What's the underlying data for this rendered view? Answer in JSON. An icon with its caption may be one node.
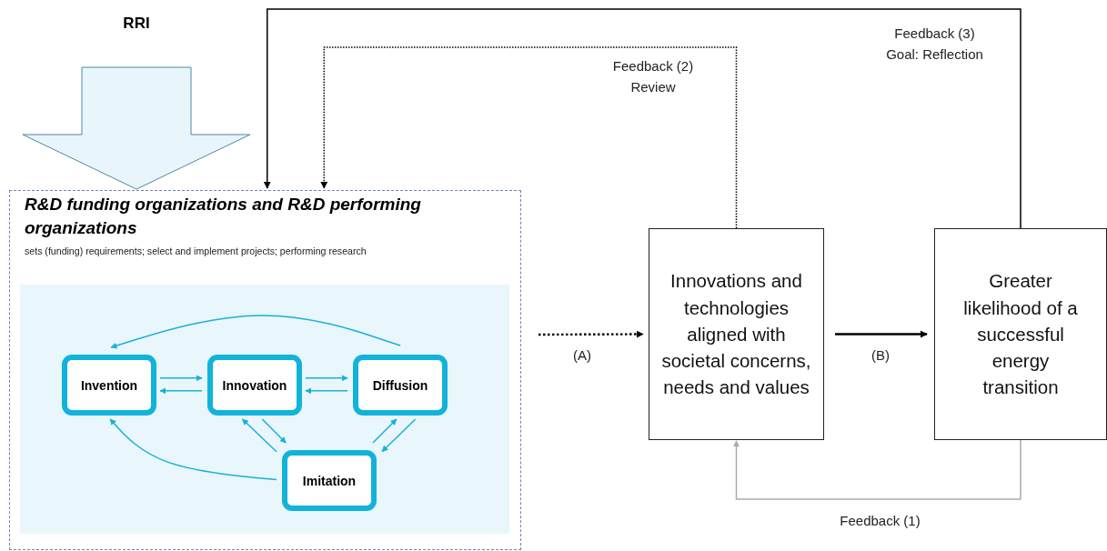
{
  "diagram": {
    "nodes": [
      {
        "text": [
          "RRI"
        ]
      },
      {
        "text": [
          "R&D funding organizations and R&D performing organizations",
          "sets (funding) requirements; select and implement projects; performing research"
        ]
      },
      {
        "text": [],
        "shape": "box",
        "in": 1
      },
      {
        "text": [
          "Invention"
        ],
        "in": 2
      },
      {
        "text": [
          "Innovation"
        ],
        "in": 2
      },
      {
        "text": [
          "Diffusion"
        ],
        "in": 2
      },
      {
        "text": [
          "Imitation"
        ],
        "in": 2
      },
      {
        "text": [
          "Innovations and technologies aligned with societal concerns, needs and values"
        ]
      },
      {
        "text": [
          "Greater likelihood of a successful energy transition"
        ]
      }
    ],
    "edges": [
      {
        "from": 0,
        "to": 1,
        "arrow": "to",
        "style": "thick"
      },
      {
        "from": 3,
        "to": 4,
        "arrow": "to",
        "color": "#1ab0d8"
      },
      {
        "from": 4,
        "to": 3,
        "arrow": "to",
        "color": "#1ab0d8"
      },
      {
        "from": 4,
        "to": 5,
        "arrow": "to",
        "color": "#1ab0d8"
      },
      {
        "from": 5,
        "to": 4,
        "arrow": "to",
        "color": "#1ab0d8"
      },
      {
        "from": 5,
        "to": 3,
        "arrow": "to",
        "color": "#1ab0d8"
      },
      {
        "from": 4,
        "to": 6,
        "arrow": "to",
        "color": "#1ab0d8"
      },
      {
        "from": 6,
        "to": 4,
        "arrow": "to",
        "color": "#1ab0d8"
      },
      {
        "from": 6,
        "to": 5,
        "arrow": "to",
        "color": "#1ab0d8"
      },
      {
        "from": 5,
        "to": 6,
        "arrow": "to",
        "color": "#1ab0d8"
      },
      {
        "from": 6,
        "to": 3,
        "arrow": "to",
        "color": "#1ab0d8"
      },
      {
        "from": null,
        "to": 7,
        "arrow": "to",
        "style": "dashed",
        "color": "#000000",
        "label": "(A)"
      },
      {
        "from": 7,
        "to": 8,
        "arrow": "to",
        "color": "#000000",
        "label": "(B)"
      },
      {
        "from": 8,
        "to": 7,
        "arrow": "to",
        "color": "#aaaaaa",
        "label": "Feedback (1)"
      },
      {
        "from": 7,
        "to": 1,
        "arrow": "to",
        "style": "dashed",
        "color": "#000000",
        "label": "Feedback (2) Review"
      },
      {
        "from": 8,
        "to": 1,
        "arrow": "to",
        "color": "#000000",
        "label": "Feedback (3) Goal: Reflection"
      }
    ]
  }
}
